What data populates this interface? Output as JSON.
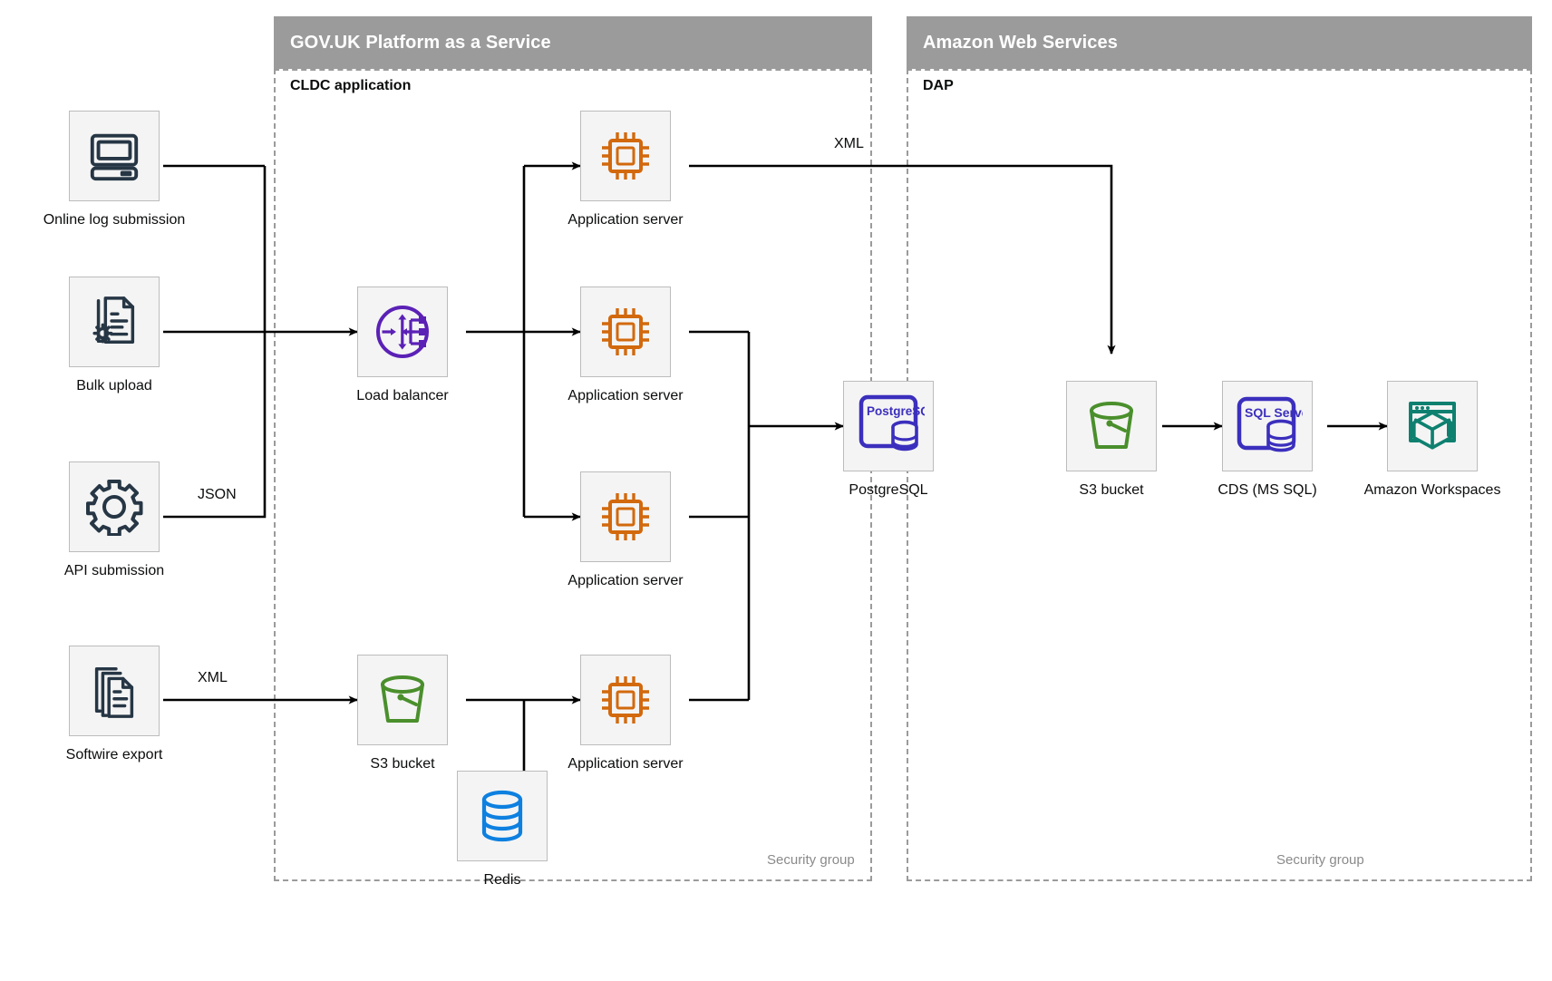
{
  "groups": [
    {
      "id": "paas",
      "title": "GOV.UK Platform as a Service",
      "subgroup_label": "CLDC application",
      "security_label": "Security group"
    },
    {
      "id": "aws",
      "title": "Amazon Web Services",
      "subgroup_label": "DAP",
      "security_label": "Security group"
    }
  ],
  "nodes": {
    "online_log": {
      "label": "Online log submission",
      "icon": "desktop-computer-icon"
    },
    "bulk_upload": {
      "label": "Bulk upload",
      "icon": "document-gear-icon"
    },
    "api_submission": {
      "label": "API submission",
      "icon": "gear-icon"
    },
    "softwire": {
      "label": "Softwire export",
      "icon": "stacked-documents-icon"
    },
    "load_balancer": {
      "label": "Load balancer",
      "icon": "load-balancer-icon"
    },
    "app1": {
      "label": "Application server",
      "icon": "cpu-chip-icon"
    },
    "app2": {
      "label": "Application server",
      "icon": "cpu-chip-icon"
    },
    "app3": {
      "label": "Application server",
      "icon": "cpu-chip-icon"
    },
    "app4": {
      "label": "Application server",
      "icon": "cpu-chip-icon"
    },
    "postgres": {
      "label": "PostgreSQL",
      "icon": "postgresql-icon",
      "icon_text": "PostgreSQL"
    },
    "s3_paas": {
      "label": "S3 bucket",
      "icon": "s3-bucket-icon"
    },
    "redis": {
      "label": "Redis",
      "icon": "redis-database-icon"
    },
    "s3_aws": {
      "label": "S3 bucket",
      "icon": "s3-bucket-icon"
    },
    "cds": {
      "label": "CDS (MS SQL)",
      "icon": "sql-server-icon",
      "icon_text": "SQL Server"
    },
    "workspaces": {
      "label": "Amazon Workspaces",
      "icon": "amazon-workspaces-icon"
    }
  },
  "edge_labels": {
    "api_json": "JSON",
    "softwire_xml": "XML",
    "app_to_s3_xml": "XML"
  },
  "colors": {
    "header_grey": "#9b9b9b",
    "icon_box_fill": "#f4f4f4",
    "icon_box_border": "#bcbcbc",
    "dark_navy": "#263645",
    "orange": "#d2690d",
    "purple": "#5b21b6",
    "indigo": "#3b2fbd",
    "green": "#4a8f2c",
    "blue": "#0d80e0",
    "teal": "#0e8070",
    "wire": "#000000"
  }
}
